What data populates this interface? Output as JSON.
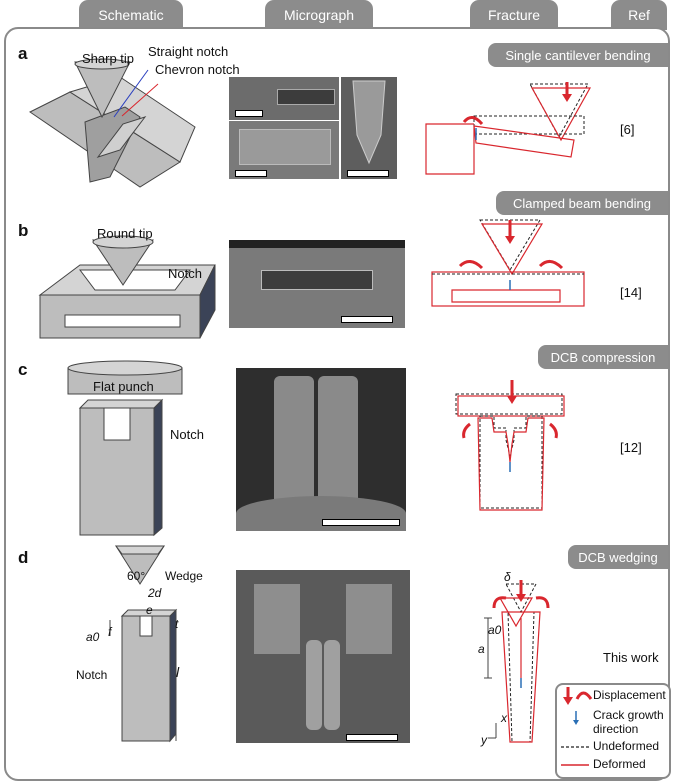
{
  "tabs": {
    "schematic": "Schematic",
    "micrograph": "Micrograph",
    "fracture": "Fracture",
    "ref": "Ref"
  },
  "panels": {
    "a": {
      "label": "a",
      "title": "Single cantilever bending",
      "ref": "[6]",
      "labels": {
        "tip": "Sharp tip",
        "straight": "Straight notch",
        "chevron": "Chevron notch"
      }
    },
    "b": {
      "label": "b",
      "title": "Clamped beam bending",
      "ref": "[14]",
      "labels": {
        "tip": "Round tip",
        "notch": "Notch"
      }
    },
    "c": {
      "label": "c",
      "title": "DCB compression",
      "ref": "[12]",
      "labels": {
        "punch": "Flat punch",
        "notch": "Notch"
      }
    },
    "d": {
      "label": "d",
      "title": "DCB wedging",
      "ref": "This work",
      "labels": {
        "angle": "60°",
        "wedge": "Wedge",
        "twod": "2d",
        "e": "e",
        "t": "t",
        "a0": "a0",
        "f": "f",
        "notch": "Notch",
        "l": "l",
        "delta": "δ",
        "a0_frac": "a0",
        "a": "a",
        "x": "x",
        "y": "y"
      }
    }
  },
  "legend": {
    "displacement": "Displacement",
    "crack": "Crack growth\ndirection",
    "crack_line1": "Crack growth",
    "crack_line2": "direction",
    "undeformed": "Undeformed",
    "deformed": "Deformed"
  },
  "colors": {
    "accent": "#d9272e",
    "gray": "#8c8c8c",
    "blue": "#2a6fb5"
  }
}
